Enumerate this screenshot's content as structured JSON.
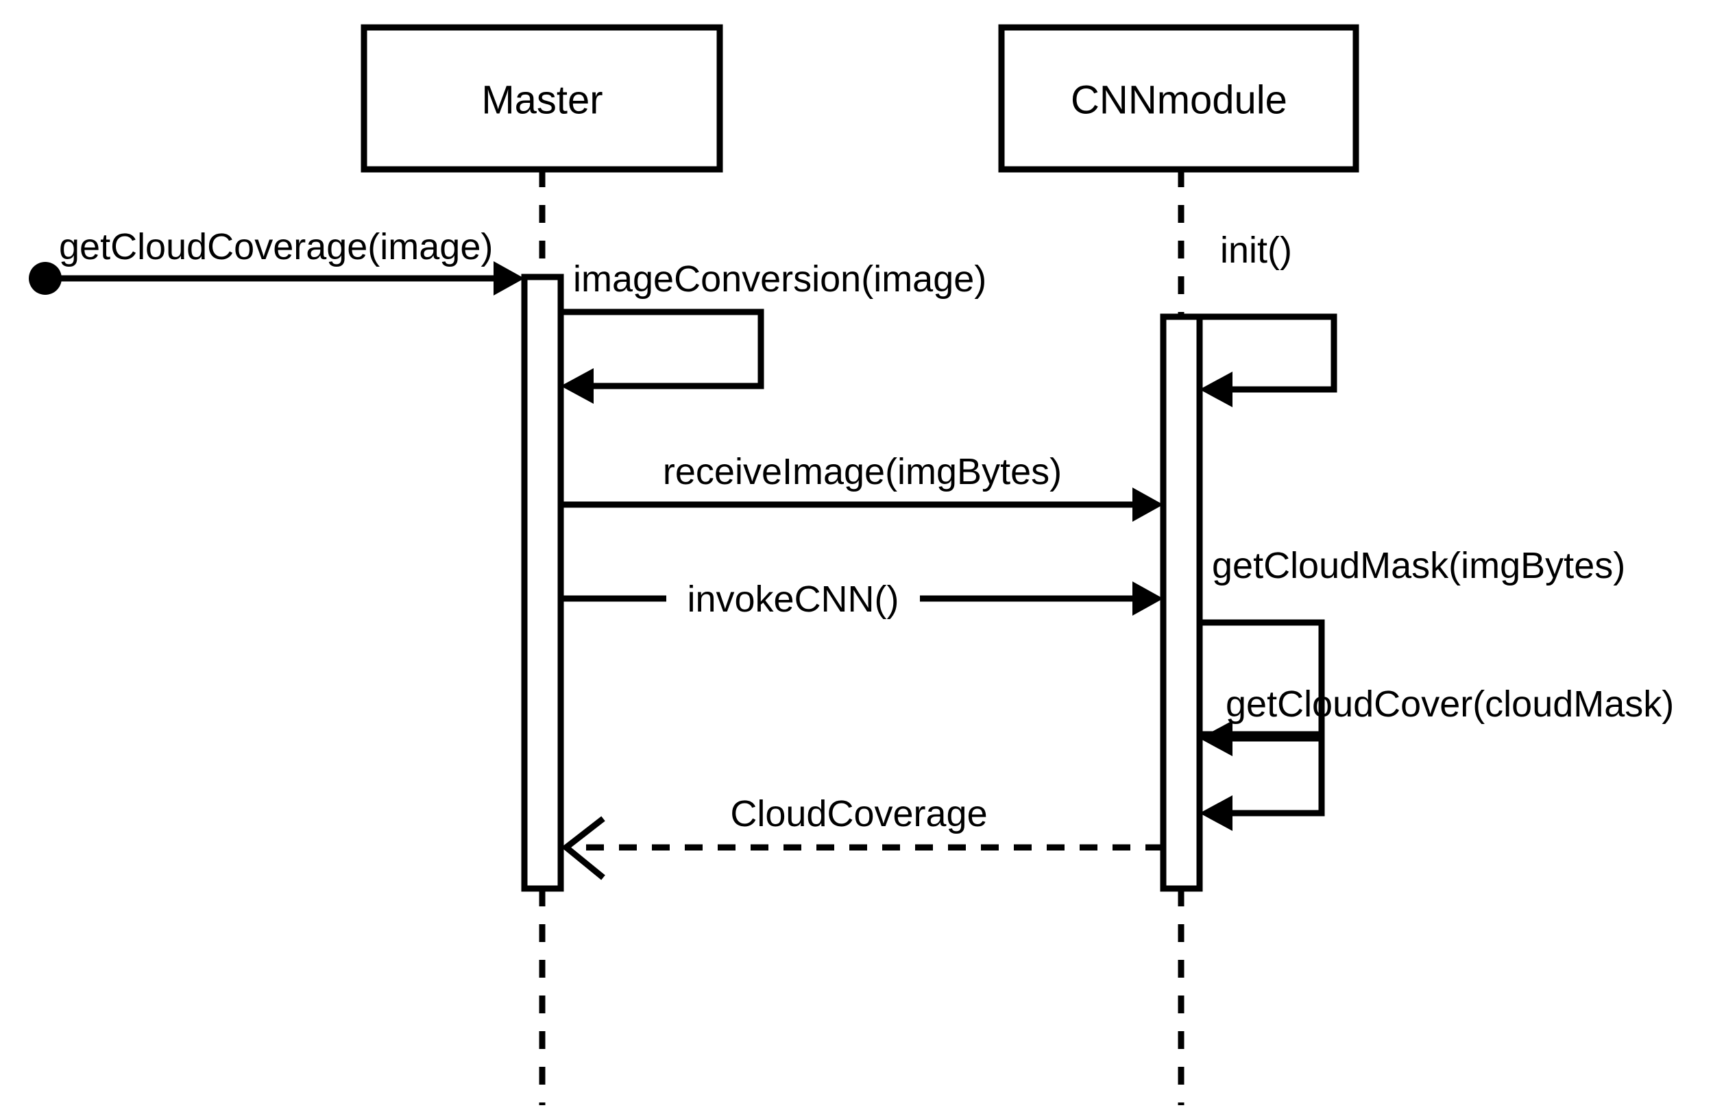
{
  "diagram": {
    "kind": "uml-sequence-diagram",
    "background_color": "#ffffff",
    "line_color": "#000000",
    "participants": [
      {
        "id": "master",
        "label": "Master"
      },
      {
        "id": "cnnmodule",
        "label": "CNNmodule"
      }
    ],
    "actor": {
      "label": "",
      "shape": "filled-circle"
    },
    "messages": [
      {
        "id": "m1",
        "label": "getCloudCoverage(image)",
        "from": "actor",
        "to": "master",
        "type": "call",
        "line": "solid",
        "arrowhead": "filled"
      },
      {
        "id": "m2",
        "label": "imageConversion(image)",
        "from": "master",
        "to": "master",
        "type": "self-call",
        "line": "solid",
        "arrowhead": "filled"
      },
      {
        "id": "m3",
        "label": "init()",
        "from": "cnnmodule",
        "to": "cnnmodule",
        "type": "self-call",
        "line": "solid",
        "arrowhead": "filled"
      },
      {
        "id": "m4",
        "label": "receiveImage(imgBytes)",
        "from": "master",
        "to": "cnnmodule",
        "type": "call",
        "line": "solid",
        "arrowhead": "filled"
      },
      {
        "id": "m5",
        "label": "invokeCNN()",
        "from": "master",
        "to": "cnnmodule",
        "type": "call",
        "line": "solid",
        "arrowhead": "filled"
      },
      {
        "id": "m6",
        "label": "getCloudMask(imgBytes)",
        "from": "cnnmodule",
        "to": "cnnmodule",
        "type": "self-call",
        "line": "solid",
        "arrowhead": "filled"
      },
      {
        "id": "m7",
        "label": "getCloudCover(cloudMask)",
        "from": "cnnmodule",
        "to": "cnnmodule",
        "type": "self-call",
        "line": "solid",
        "arrowhead": "filled"
      },
      {
        "id": "m8",
        "label": "CloudCoverage",
        "from": "cnnmodule",
        "to": "master",
        "type": "return",
        "line": "dashed",
        "arrowhead": "open"
      }
    ]
  }
}
